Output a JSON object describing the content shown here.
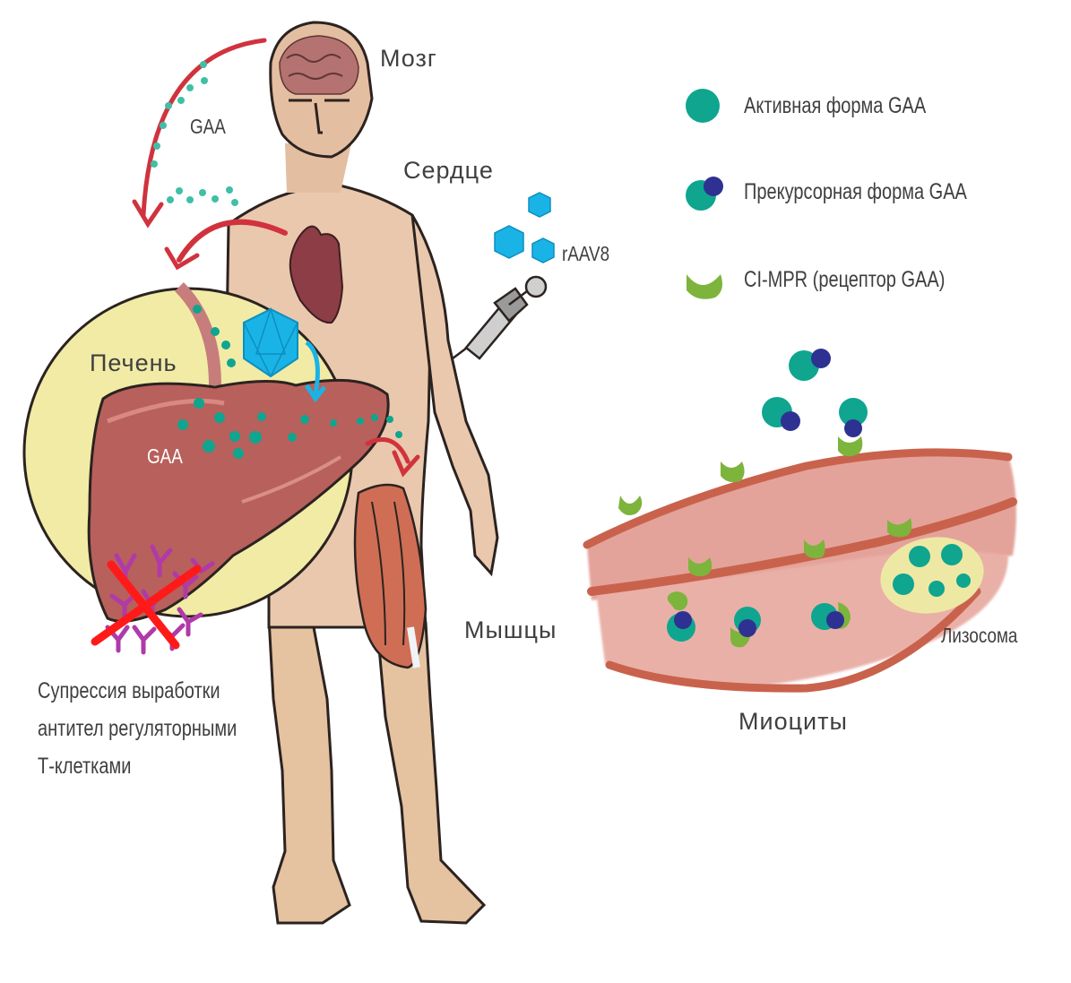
{
  "diagram": {
    "title": "rAAV8 gene therapy: GAA expression in liver and delivery to tissues",
    "organ_labels": {
      "brain": "Мозг",
      "heart": "Сердце",
      "liver": "Печень",
      "muscles": "Мышцы",
      "myocytes": "Миоциты",
      "lysosome": "Лизосома"
    },
    "flow_labels": {
      "gaa_circulation": "GAA",
      "gaa_liver": "GAA",
      "vector": "rAAV8"
    },
    "note_lines": [
      "Супрессия выработки",
      "антител регуляторными",
      "Т-клетками"
    ],
    "legend": [
      {
        "icon": "active-gaa-icon",
        "label": "Активная форма GAA"
      },
      {
        "icon": "precursor-gaa-icon",
        "label": "Прекурсорная форма GAA"
      },
      {
        "icon": "ci-mpr-receptor-icon",
        "label": "CI-MPR (рецептор GAA)"
      }
    ],
    "colors": {
      "gaa_teal": "#0fa58f",
      "precursor_blue": "#2e3192",
      "receptor_green": "#7db43c",
      "vector_cyan": "#1ab3e6",
      "arrow_red": "#d0333d",
      "skin": "#e9c4a6",
      "liver": "#b8605c",
      "liver_highlight": "#f1eba6",
      "muscle_membrane": "#c9624c",
      "muscle_fill": "#e4a39a",
      "antibody_magenta": "#b03aa8",
      "cross_red": "#ff1a1a",
      "text": "#3f3f3f"
    }
  }
}
